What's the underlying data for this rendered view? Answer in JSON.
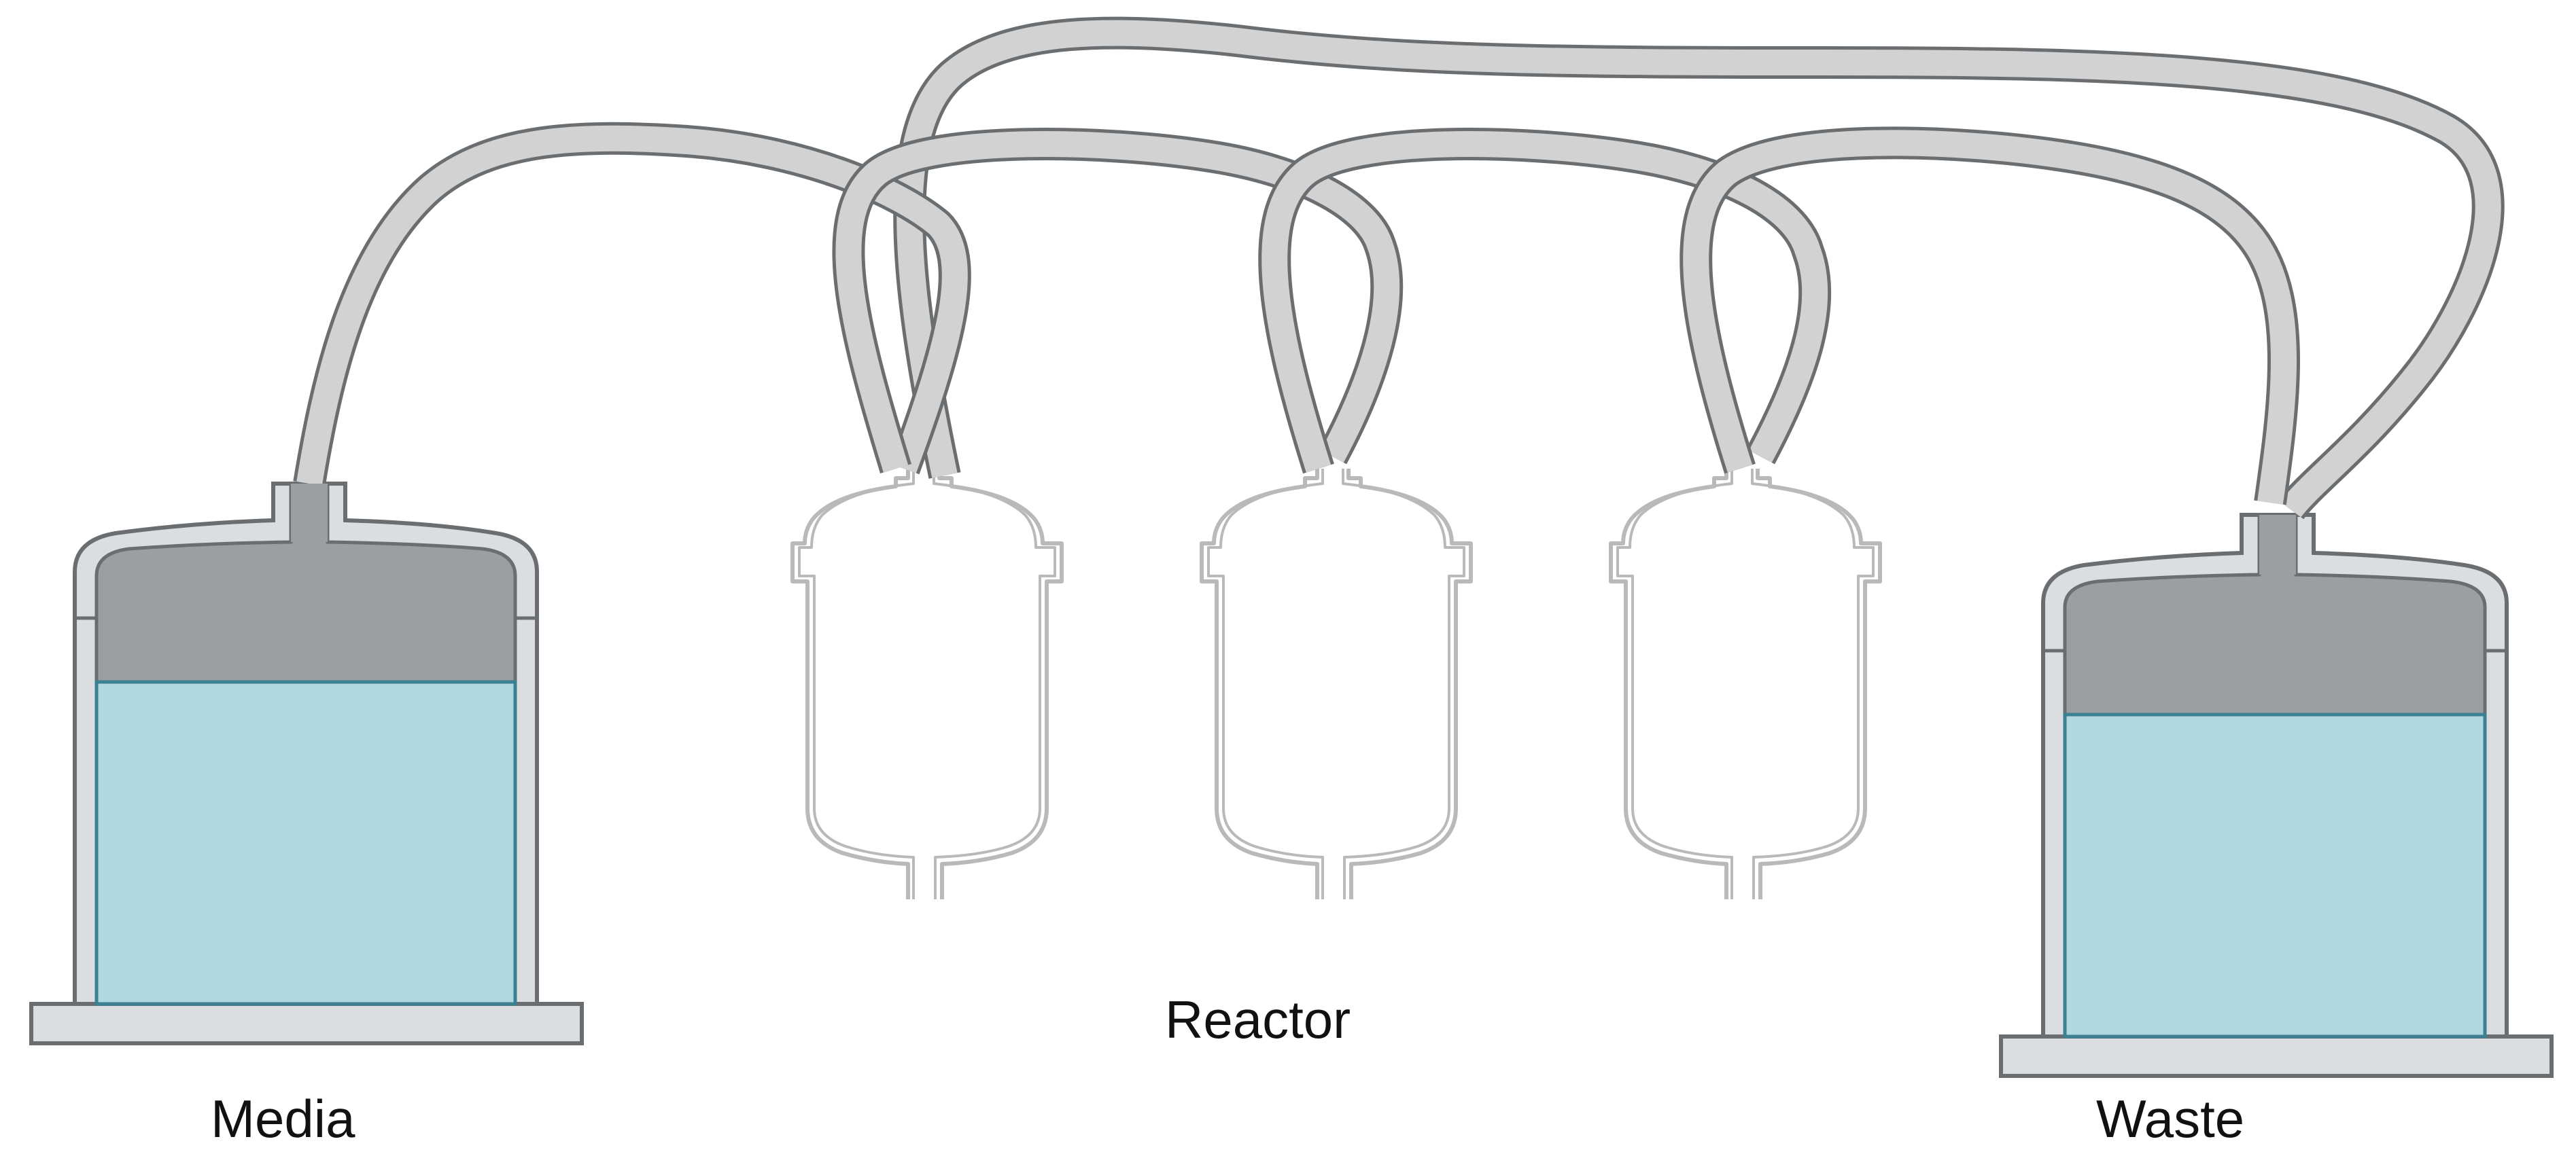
{
  "labels": {
    "media": "Media",
    "reactor": "Reactor",
    "waste": "Waste"
  },
  "colors": {
    "tube_fill": "#d2d2d2",
    "tube_outline": "#6b6e71",
    "tank_body": "#dcdde0",
    "tank_outline": "#6b6e71",
    "headspace": "#9c9fa2",
    "liquid": "#b1d8e0",
    "liquid_outline": "#3b8191",
    "reactor_outline": "#b9b9b9",
    "text": "#111111"
  },
  "tanks": [
    {
      "id": "media",
      "fill_level": 0.54
    },
    {
      "id": "waste",
      "fill_level": 0.59
    }
  ],
  "reactors": [
    {
      "id": "reactor-1"
    },
    {
      "id": "reactor-2"
    },
    {
      "id": "reactor-3"
    }
  ],
  "tubes": [
    {
      "id": "tube-media-to-reactor-1",
      "from": "media",
      "to": "reactor-1"
    },
    {
      "id": "tube-reactor-1-to-reactor-2",
      "from": "reactor-1",
      "to": "reactor-2"
    },
    {
      "id": "tube-reactor-2-to-reactor-3",
      "from": "reactor-2",
      "to": "reactor-3"
    },
    {
      "id": "tube-reactor-3-to-waste",
      "from": "reactor-3",
      "to": "waste"
    },
    {
      "id": "tube-reactor-1-to-waste",
      "from": "reactor-1",
      "to": "waste"
    }
  ]
}
